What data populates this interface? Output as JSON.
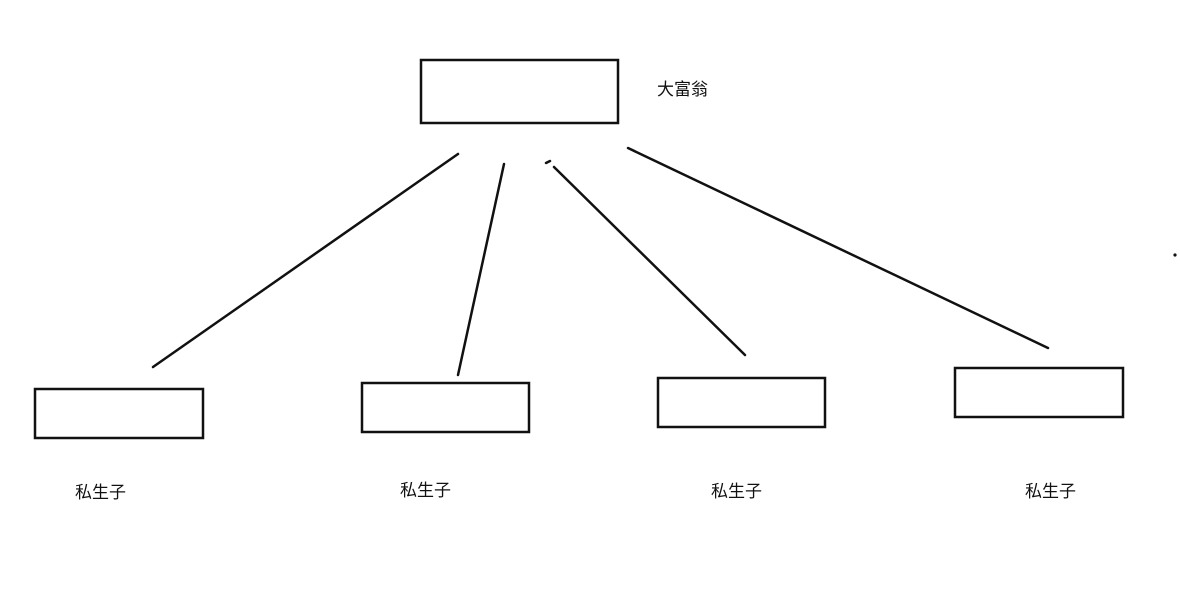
{
  "diagram": {
    "root": {
      "label": "大富翁"
    },
    "children": [
      {
        "label": "私生子"
      },
      {
        "label": "私生子"
      },
      {
        "label": "私生子"
      },
      {
        "label": "私生子"
      }
    ],
    "colors": {
      "stroke": "#111111",
      "text": "#111111",
      "background": "#ffffff"
    }
  }
}
